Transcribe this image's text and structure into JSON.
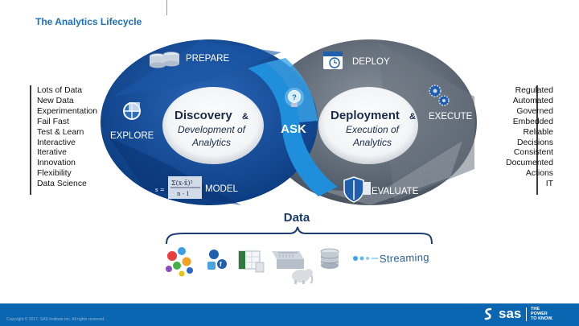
{
  "title": "The Analytics Lifecycle",
  "left_list": [
    "Lots of Data",
    "New Data",
    "Experimentation",
    "Fail Fast",
    "Test & Learn",
    "Interactive",
    "Iterative",
    "Innovation",
    "Flexibility",
    "Data Science"
  ],
  "right_list": [
    "Regulated",
    "Automated",
    "Governed",
    "Embedded",
    "Reliable",
    "Decisions",
    "Consistent",
    "Documented",
    "Actions",
    "IT"
  ],
  "left_loop": {
    "segments": [
      "PREPARE",
      "EXPLORE",
      "MODEL"
    ],
    "hub_title": "Discovery",
    "hub_amp": "&",
    "hub_sub_line1": "Development of",
    "hub_sub_line2": "Analytics",
    "formula_prefix": "s =",
    "formula": "Σ(x-x̄)²",
    "formula_den": "n - 1"
  },
  "right_loop": {
    "segments": [
      "DEPLOY",
      "EXECUTE",
      "EVALUATE"
    ],
    "hub_title": "Deployment",
    "hub_amp": "&",
    "hub_sub_line1": "Execution of",
    "hub_sub_line2": "Analytics"
  },
  "center_label": "ASK",
  "data_label": "Data",
  "streaming_label": "Streaming",
  "colors": {
    "left_loop_dark": "#0c3d82",
    "left_loop_light": "#2a67b8",
    "right_loop_dark": "#4b5561",
    "right_loop_light": "#7f8894",
    "ask_blue": "#1f8fdc",
    "footer": "#0a66b0",
    "title": "#1d6fb8"
  },
  "footer": {
    "copyright": "Copyright © 2017, SAS Institute Inc. All rights reserved.",
    "logo_text": "sas",
    "tagline": "THE\nPOWER\nTO KNOW."
  },
  "icons": [
    "database-icon",
    "globe-icon",
    "calendar-clock-icon",
    "gears-icon",
    "lightbulb-icon",
    "shield-icon",
    "social-media-icon",
    "spreadsheet-icon",
    "server-icon",
    "hadoop-elephant-icon",
    "streaming-icon"
  ]
}
